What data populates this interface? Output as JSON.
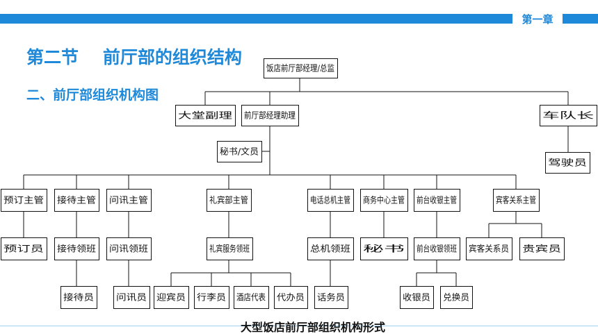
{
  "header": {
    "chapter": "第一章",
    "accent_color": "#1e88d9"
  },
  "slide": {
    "section_title": "第二节    前厅部的组织结构",
    "subsection_title": "二、前厅部组织机构图",
    "caption": "大型饭店前厅部组织机构形式"
  },
  "org_chart": {
    "nodes": {
      "root": "饭店前厅部经理/总监",
      "lobby_manager": "大堂副理",
      "fo_asst_manager": "前厅部经理助理",
      "fleet_captain": "车队长",
      "secretary_clerk": "秘书/文员",
      "driver": "驾驶员",
      "reservation_supervisor": "预订主管",
      "reception_supervisor": "接待主管",
      "inquiry_supervisor": "问讯主管",
      "concierge_supervisor": "礼宾部主管",
      "switchboard_supervisor": "电话总机主管",
      "business_center_supervisor": "商务中心主管",
      "cashier_supervisor": "前台收银主管",
      "relations_supervisor": "宾客关系主管",
      "reservation_clerk": "预订员",
      "reception_captain": "接待领班",
      "inquiry_captain": "问讯领班",
      "concierge_captain": "礼宾服务领班",
      "switchboard_captain": "总机领班",
      "business_secretary": "秘书",
      "cashier_captain": "前台收银领班",
      "guest_relations_officer": "宾客关系员",
      "vip_receptionist": "贵宾员",
      "receptionist": "接待员",
      "inquiry_clerk": "问讯员",
      "greeter": "迎宾员",
      "bellman": "行李员",
      "door_attendant": "酒店代表",
      "valet": "代办员",
      "operator": "话务员",
      "cashier": "收银员",
      "exchange_clerk": "兑换员"
    }
  }
}
